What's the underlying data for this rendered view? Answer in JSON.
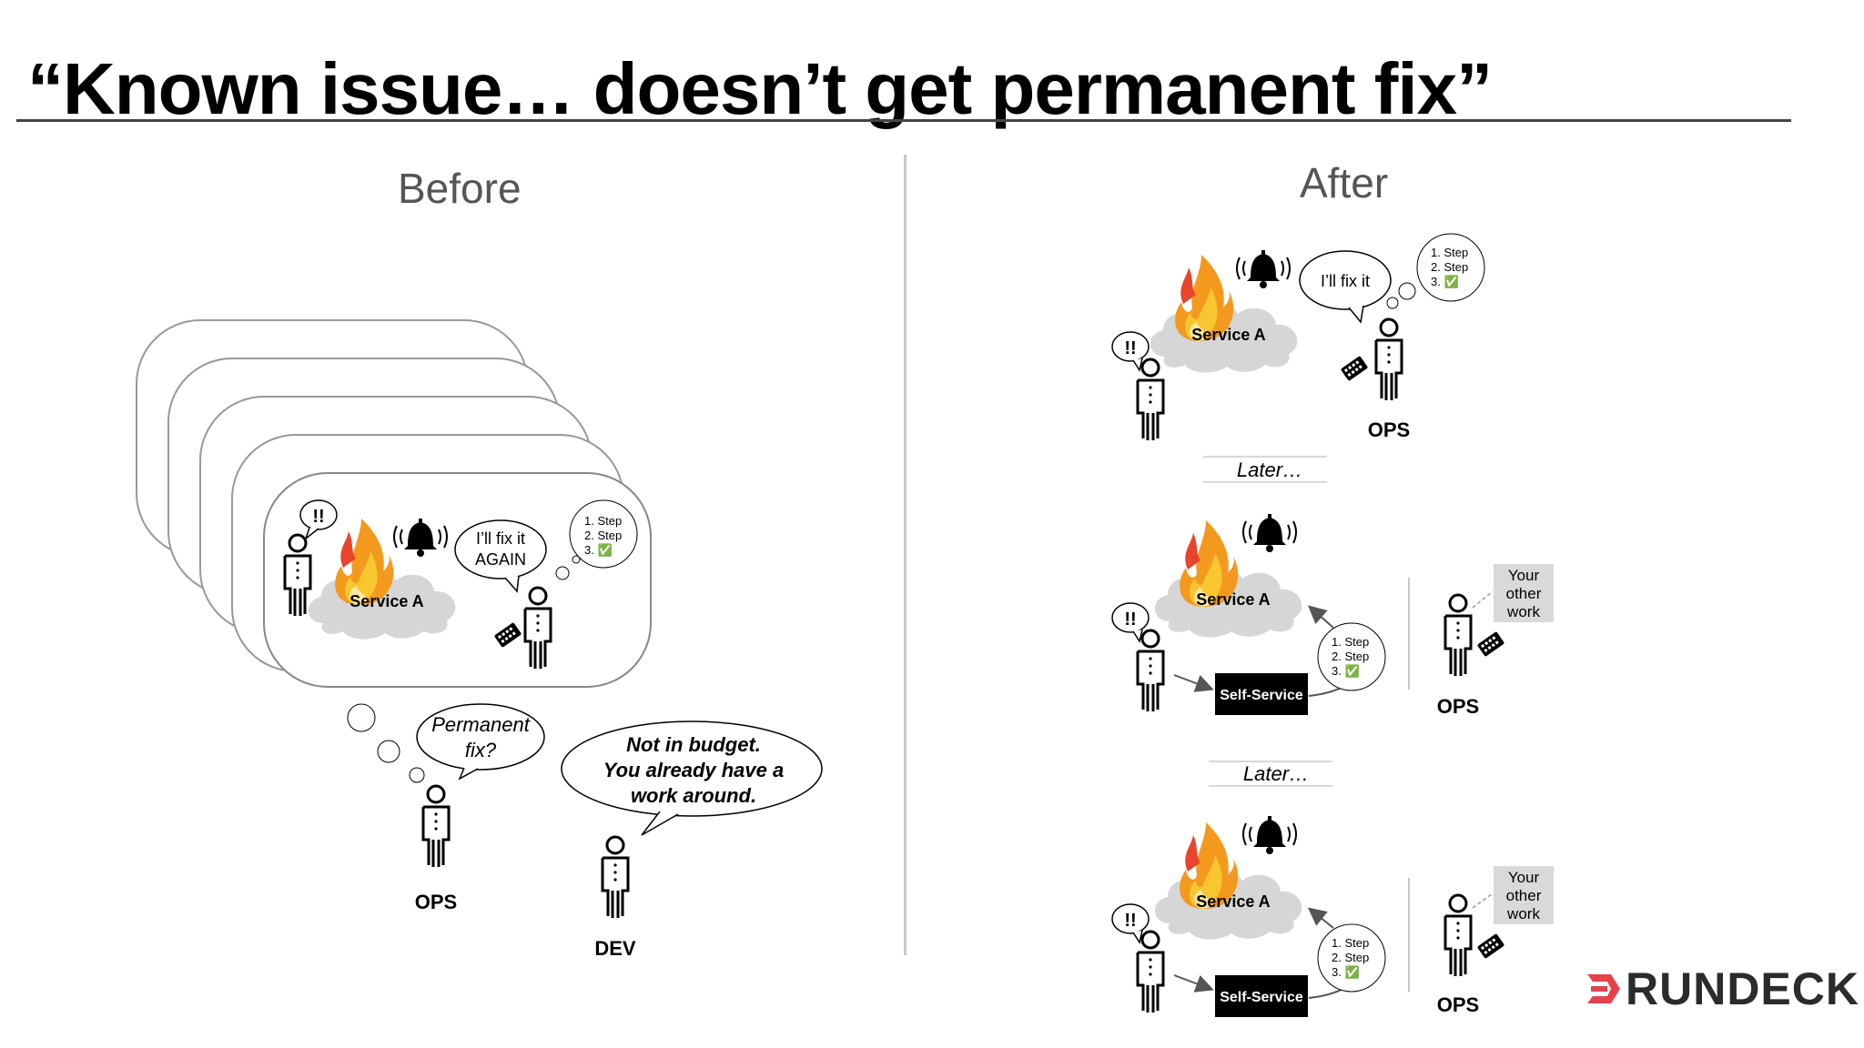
{
  "slide": {
    "title": "“Known issue… doesn’t get permanent fix”",
    "before_heading": "Before",
    "after_heading": "After"
  },
  "before": {
    "alert_mark": "!!",
    "service_label": "Service A",
    "ops_bubble": [
      "I’ll fix it",
      "AGAIN"
    ],
    "steps": [
      "1. Step",
      "2. Step",
      "3. ✅"
    ],
    "ops_thought": [
      "Permanent",
      "fix?"
    ],
    "dev_reply": [
      "Not in budget.",
      "You already have a",
      "work around."
    ],
    "ops_name": "OPS",
    "dev_name": "DEV"
  },
  "after": {
    "alert_mark": "!!",
    "service_label": "Service A",
    "ops_bubble": "I’ll fix it",
    "steps": [
      "1. Step",
      "2. Step",
      "3. ✅"
    ],
    "ops_name": "OPS",
    "later_label": "Later…",
    "self_service_label": "Self-Service",
    "other_work": [
      "Your",
      "other",
      "work"
    ]
  },
  "logo": {
    "text": "RUNDECK",
    "accent_color": "#e8414a"
  },
  "colors": {
    "cloud": "#d6d6d6",
    "rule": "#444444",
    "divider": "#c8c8c8",
    "note_box": "#d9d9d9"
  }
}
